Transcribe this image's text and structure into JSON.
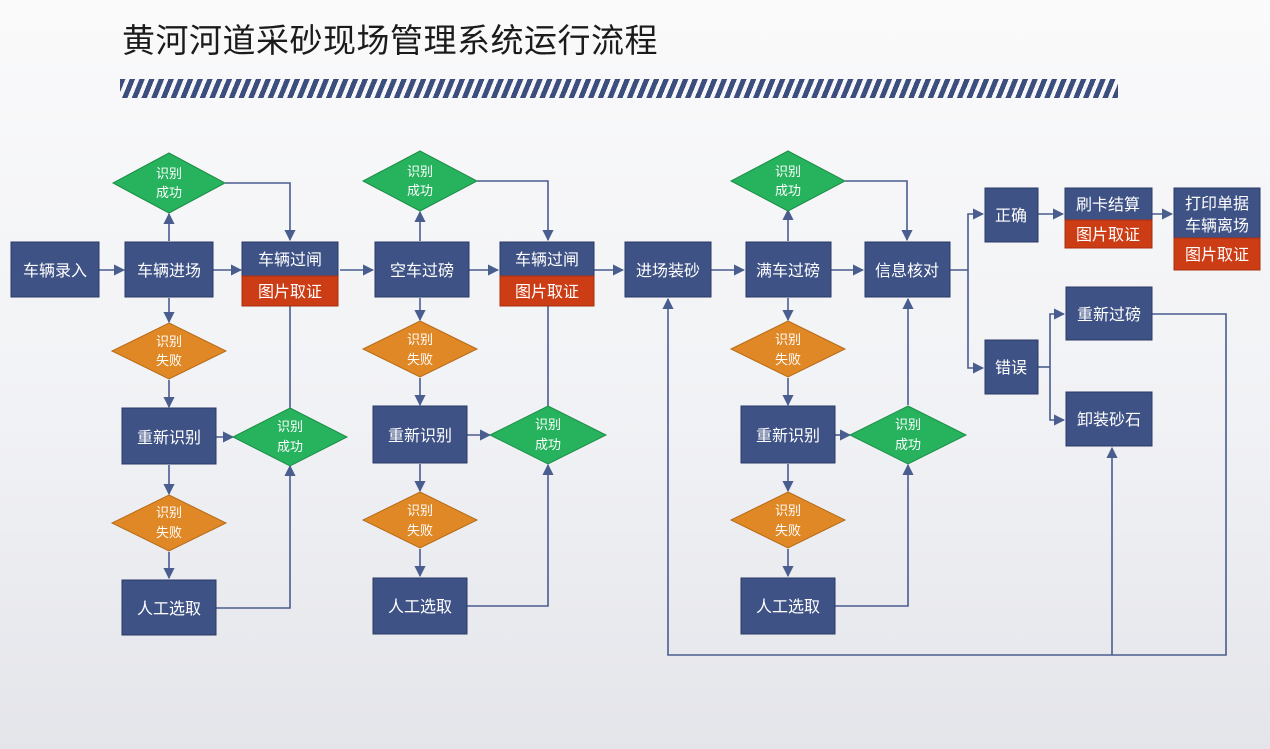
{
  "title": "黄河河道采砂现场管理系统运行流程",
  "labels": {
    "vehicle_entry": "车辆录入",
    "vehicle_enter": "车辆进场",
    "vehicle_gate": "车辆过闸",
    "photo_evidence": "图片取证",
    "empty_weigh": "空车过磅",
    "load_sand": "进场装砂",
    "full_weigh": "满车过磅",
    "info_check": "信息核对",
    "correct": "正确",
    "error": "错误",
    "card_settle": "刷卡结算",
    "print_line1": "打印单据",
    "print_line2": "车辆离场",
    "reweigh": "重新过磅",
    "unload": "卸装砂石",
    "re_recognize": "重新识别",
    "manual_select": "人工选取",
    "recognize": "识别",
    "success": "成功",
    "fail": "失败"
  },
  "colors": {
    "box_fill": "#3f5286",
    "evidence_fill": "#cc3c15",
    "success_fill": "#27b35e",
    "fail_fill": "#e18826",
    "connector": "#4a5d8f",
    "stripe": "#3c4e7e"
  }
}
